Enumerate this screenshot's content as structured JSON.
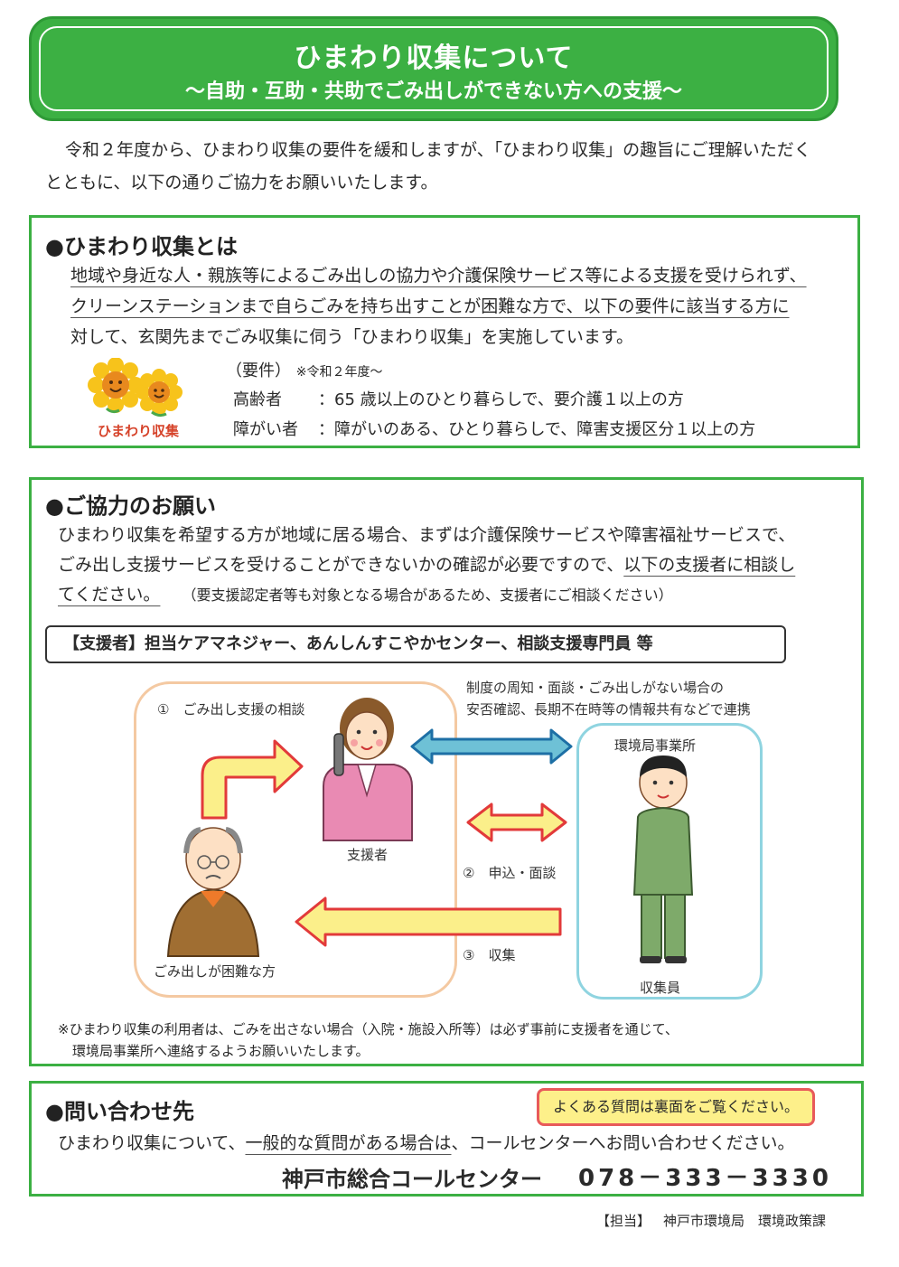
{
  "header": {
    "title": "ひまわり収集について",
    "subtitle": "～自助・互助・共助でごみ出しができない方への支援～"
  },
  "intro": {
    "line1": "令和２年度から、ひまわり収集の要件を緩和しますが、「ひまわり収集」の趣旨にご理解いただく",
    "line2": "とともに、以下の通りご協力をお願いいたします。"
  },
  "about": {
    "heading": "●ひまわり収集とは",
    "line1": "地域や身近な人・親族等によるごみ出しの協力や介護保険サービス等による支援を受けられず、",
    "line2": "クリーンステーションまで自らごみを持ち出すことが困難な方で、以下の要件に該当する方に",
    "line3": "対して、玄関先までごみ収集に伺う「ひまわり収集」を実施しています。",
    "logo_text": "ひまわり収集",
    "req_label": "（要件）",
    "req_note": "※令和２年度～",
    "req": [
      {
        "who": "高齢者",
        "cond": "：65 歳以上のひとり暮らしで、要介護１以上の方"
      },
      {
        "who": "障がい者",
        "cond": "：障がいのある、ひとり暮らしで、障害支援区分１以上の方"
      }
    ]
  },
  "cooperation": {
    "heading": "●ご協力のお願い",
    "line1": "ひまわり収集を希望する方が地域に居る場合、まずは介護保険サービスや障害福祉サービスで、",
    "line2a": "ごみ出し支援サービスを受けることができないかの確認が必要ですので、",
    "line2b": "以下の支援者に相談し",
    "line3a": "てください。",
    "line3b": "（要支援認定者等も対象となる場合があるため、支援者にご相談ください）",
    "supporter_bar": "【支援者】担当ケアマネジャー、あんしんすこやかセンター、相談支援専門員 等",
    "diagram": {
      "step1": "①　ごみ出し支援の相談",
      "coop_line1": "制度の周知・面談・ごみ出しがない場合の",
      "coop_line2": "安否確認、長期不在時等の情報共有などで連携",
      "office": "環境局事業所",
      "supporter": "支援者",
      "step2": "②　申込・面談",
      "step3": "③　収集",
      "resident": "ごみ出しが困難な方",
      "collector": "収集員"
    },
    "note1": "※ひまわり収集の利用者は、ごみを出さない場合（入院・施設入所等）は必ず事前に支援者を通じて、",
    "note2": "環境局事業所へ連絡するようお願いいたします。"
  },
  "contact": {
    "heading": "●問い合わせ先",
    "faq_button": "よくある質問は裏面をご覧ください。",
    "line1a": "ひまわり収集について、",
    "line1b": "一般的な質問がある場合は",
    "line1c": "、コールセンターへお問い合わせください。",
    "center_name": "神戸市総合コールセンター",
    "phone": "078－333－3330"
  },
  "footer": {
    "tantou": "【担当】",
    "dept": "神戸市環境局　環境政策課"
  }
}
